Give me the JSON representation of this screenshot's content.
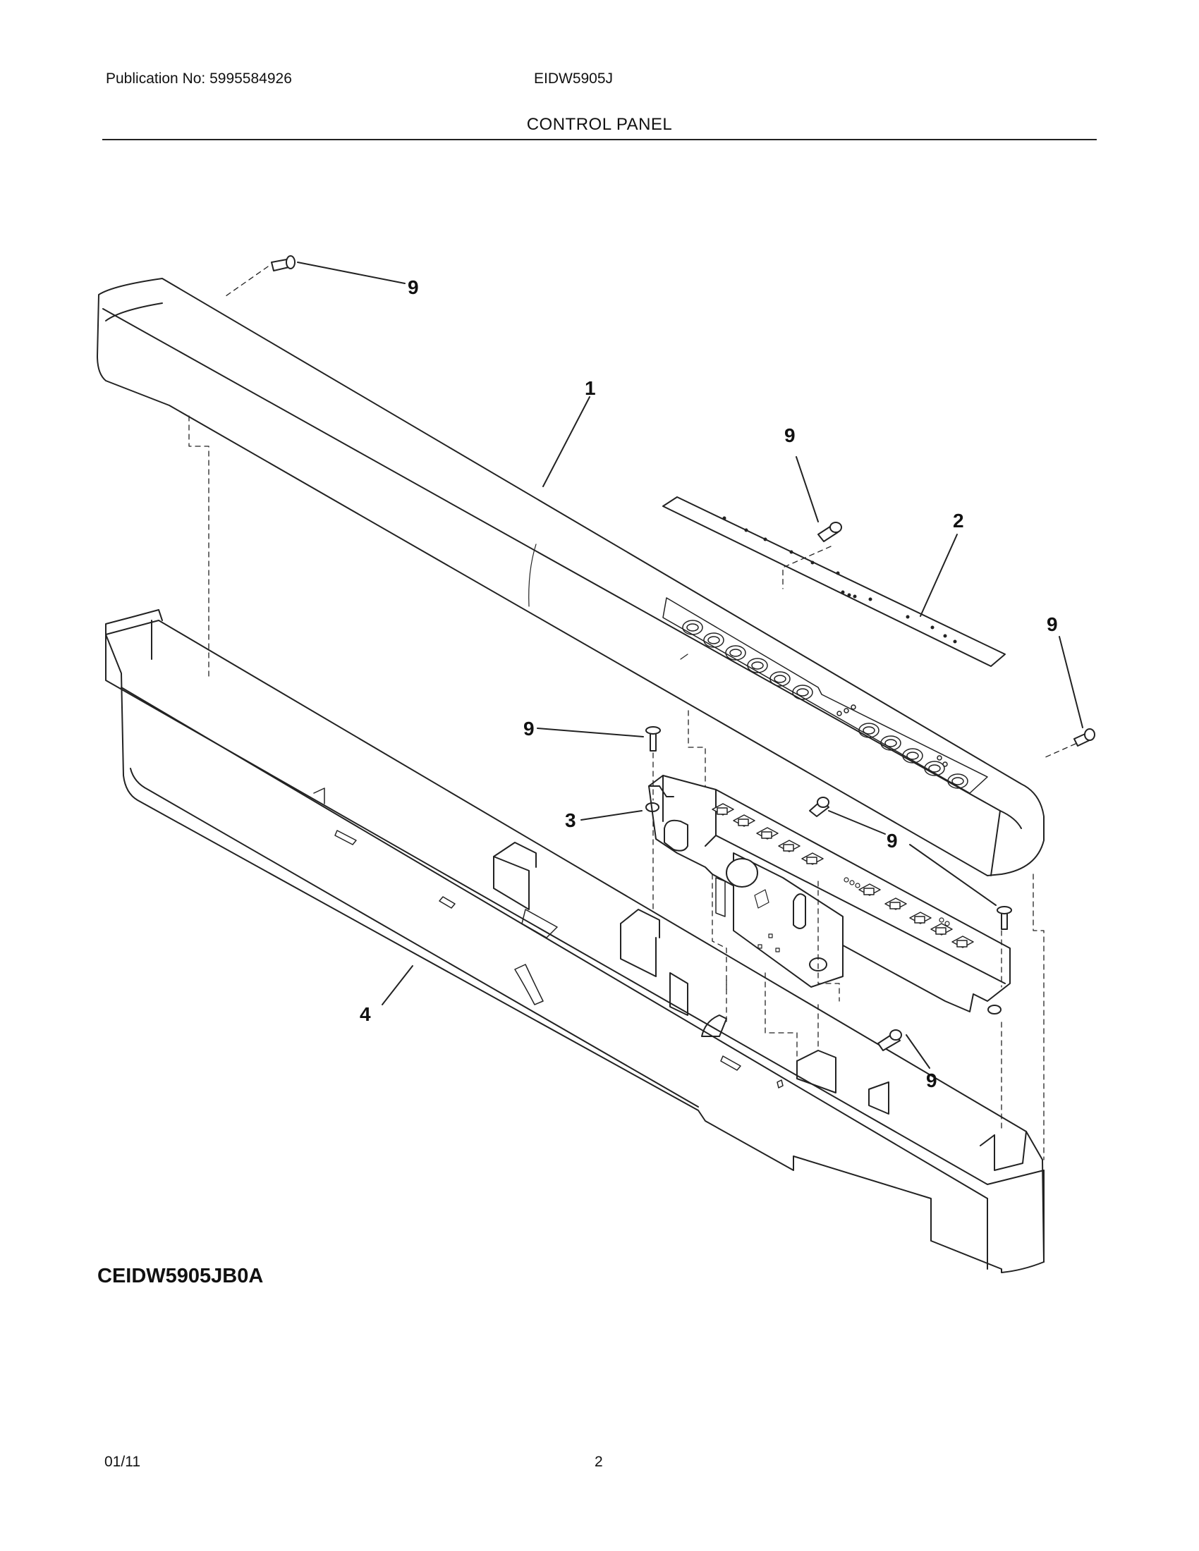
{
  "header": {
    "publication": "Publication No: 5995584926",
    "model": "EIDW5905J",
    "section_title": "CONTROL PANEL"
  },
  "diagram": {
    "id_label": "CEIDW5905JB0A",
    "callouts": [
      "9",
      "1",
      "9",
      "2",
      "9",
      "9",
      "3",
      "9",
      "9",
      "4",
      "9"
    ]
  },
  "footer": {
    "date": "01/11",
    "page_number": "2"
  }
}
